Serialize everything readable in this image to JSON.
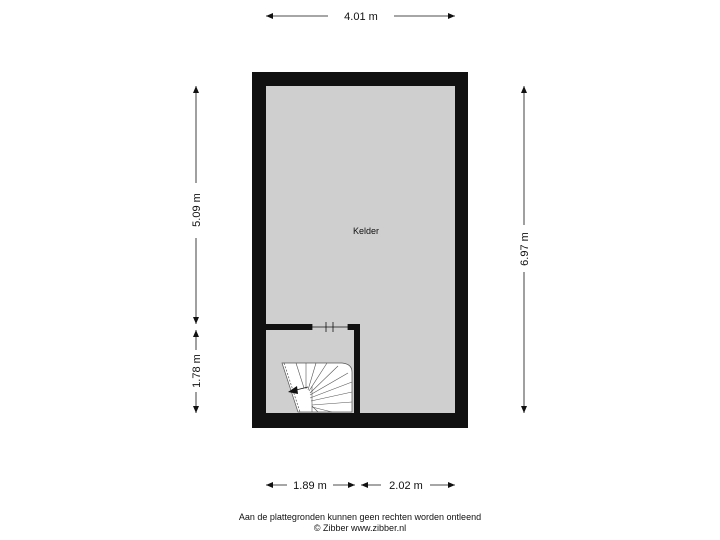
{
  "dimensions": {
    "top_width": "4.01 m",
    "left_upper": "5.09 m",
    "left_lower": "1.78 m",
    "right_height": "6.97 m",
    "bottom_left": "1.89 m",
    "bottom_right": "2.02 m"
  },
  "rooms": {
    "main": "Kelder"
  },
  "footer": {
    "disclaimer": "Aan de plattegronden kunnen geen rechten worden ontleend",
    "copyright": "© Zibber www.zibber.nl"
  },
  "colors": {
    "wall": "#111111",
    "floor": "#cfcfcf",
    "stair": "#ffffff"
  }
}
